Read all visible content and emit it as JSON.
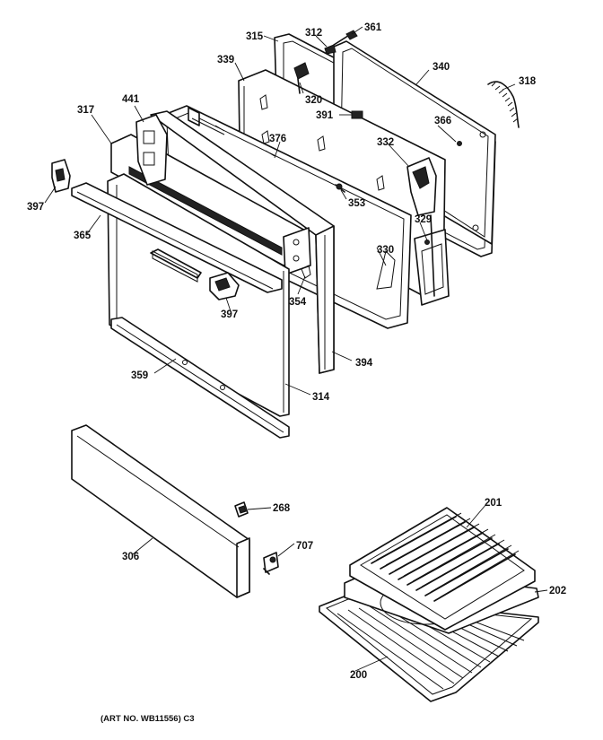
{
  "labels": {
    "p315": "315",
    "p312": "312",
    "p361": "361",
    "p339": "339",
    "p340": "340",
    "p318": "318",
    "p441": "441",
    "p320": "320",
    "p317": "317",
    "p391": "391",
    "p366": "366",
    "p376": "376",
    "p332": "332",
    "p397a": "397",
    "p353": "353",
    "p329": "329",
    "p365": "365",
    "p330": "330",
    "p397b": "397",
    "p354": "354",
    "p394": "394",
    "p359": "359",
    "p314": "314",
    "p268": "268",
    "p201": "201",
    "p306": "306",
    "p707": "707",
    "p202": "202",
    "p200": "200"
  },
  "footer": {
    "art_no": "(ART NO. WB11556) C3"
  }
}
